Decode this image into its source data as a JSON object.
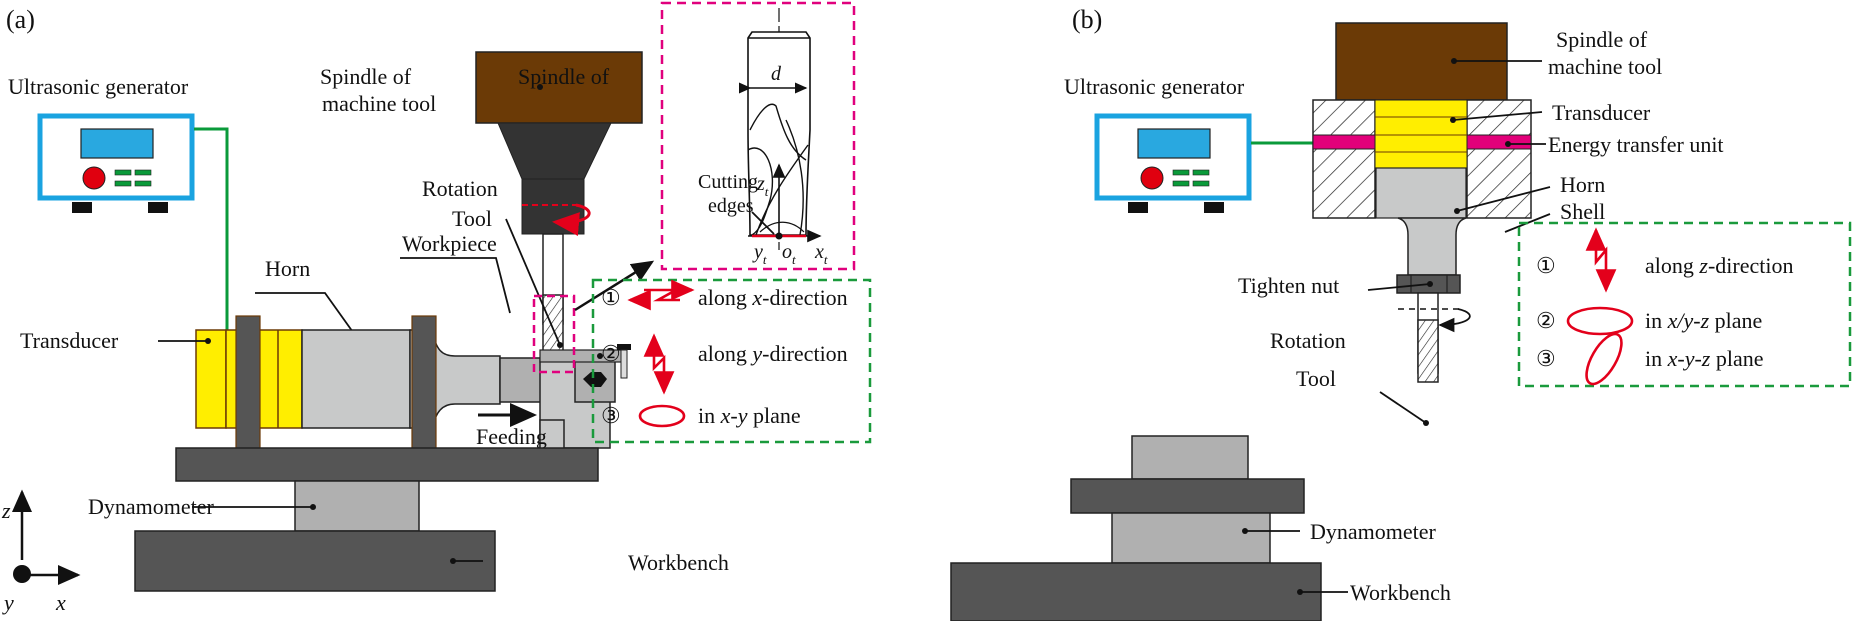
{
  "figure": {
    "panels": [
      {
        "tag": "(a)",
        "labels": {
          "generator": "Ultrasonic generator",
          "spindle_line1": "Spindle of",
          "spindle_line2": "machine tool",
          "rotation": "Rotation",
          "tool": "Tool",
          "workpiece": "Workpiece",
          "horn": "Horn",
          "transducer": "Transducer",
          "feeding": "Feeding",
          "dynamometer": "Dynamometer",
          "workbench": "Workbench",
          "cutting_edges_line1": "Cutting",
          "cutting_edges_line2": "edges"
        },
        "tool_detail": {
          "diameter": "d",
          "z_axis": "z",
          "y_axis": "y",
          "x_axis": "x",
          "origin": "o",
          "subscript": "t"
        },
        "axes": {
          "z": "z",
          "y": "y",
          "x": "x"
        },
        "legend": [
          {
            "num": "①",
            "pre": "along ",
            "var": "x",
            "post": "-direction",
            "glyph": "zigzag-horizontal"
          },
          {
            "num": "②",
            "pre": "along ",
            "var": "y",
            "post": "-direction",
            "glyph": "zigzag-vertical"
          },
          {
            "num": "③",
            "pre": "in  ",
            "var": "x-y",
            "post": " plane",
            "glyph": "ellipse-horizontal"
          }
        ]
      },
      {
        "tag": "(b)",
        "labels": {
          "generator": "Ultrasonic generator",
          "spindle_line1": "Spindle of",
          "spindle_line2": "machine tool",
          "transducer": "Transducer",
          "energy_unit": "Energy transfer unit",
          "horn": "Horn",
          "shell": "Shell",
          "tighten_nut": "Tighten nut",
          "rotation": "Rotation",
          "tool": "Tool",
          "dynamometer": "Dynamometer",
          "workbench": "Workbench"
        },
        "legend": [
          {
            "num": "①",
            "pre": "along ",
            "var": "z",
            "post": "-direction",
            "glyph": "zigzag-vertical"
          },
          {
            "num": "②",
            "pre": "in  ",
            "var": "x/y-z",
            "post": " plane",
            "glyph": "ellipse-horizontal"
          },
          {
            "num": "③",
            "pre": "in  ",
            "var": "x-y-z",
            "post": " plane",
            "glyph": "ellipse-tilted"
          }
        ]
      }
    ],
    "colors": {
      "generator_frame": "#1aa3e0",
      "generator_screen": "#29a8e0",
      "generator_knob": "#e0000f",
      "generator_buttons": "#0a9a3a",
      "cable": "#0a9a3a",
      "spindle": "#6b3a06",
      "dark_metal": "#555555",
      "spindle_holder": "#333333",
      "transducer": "#ffee00",
      "horn": "#c8c9c9",
      "fixture": "#b0b0b0",
      "energy_unit": "#e2007a",
      "vibration": "#e3001b",
      "legend_border": "#1a9a3c",
      "detail_border": "#e0007d"
    }
  }
}
